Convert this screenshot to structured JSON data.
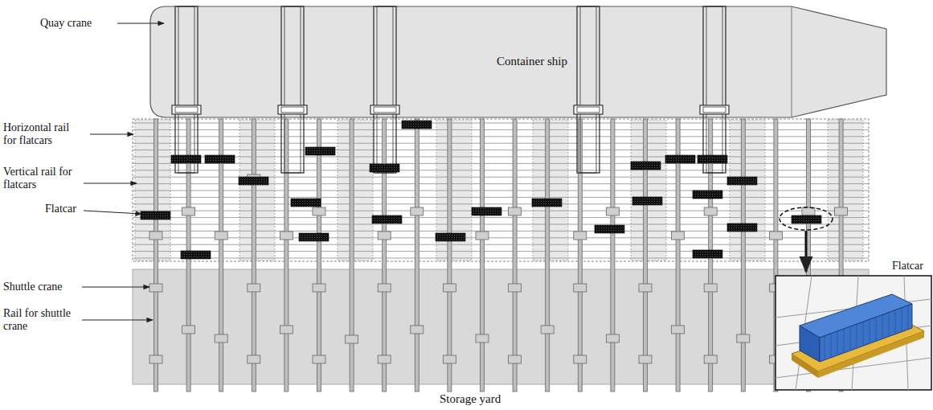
{
  "diagram": {
    "nodes": [
      {
        "text": [
          "Container ship"
        ]
      },
      {
        "text": [
          "Storage yard"
        ]
      }
    ],
    "labels": [
      "Quay crane",
      "Horizontal rail for flatcars",
      "Vertical rail for flatcars",
      "Flatcar",
      "Shuttle crane",
      "Rail for shuttle crane",
      "Flatcar"
    ]
  }
}
